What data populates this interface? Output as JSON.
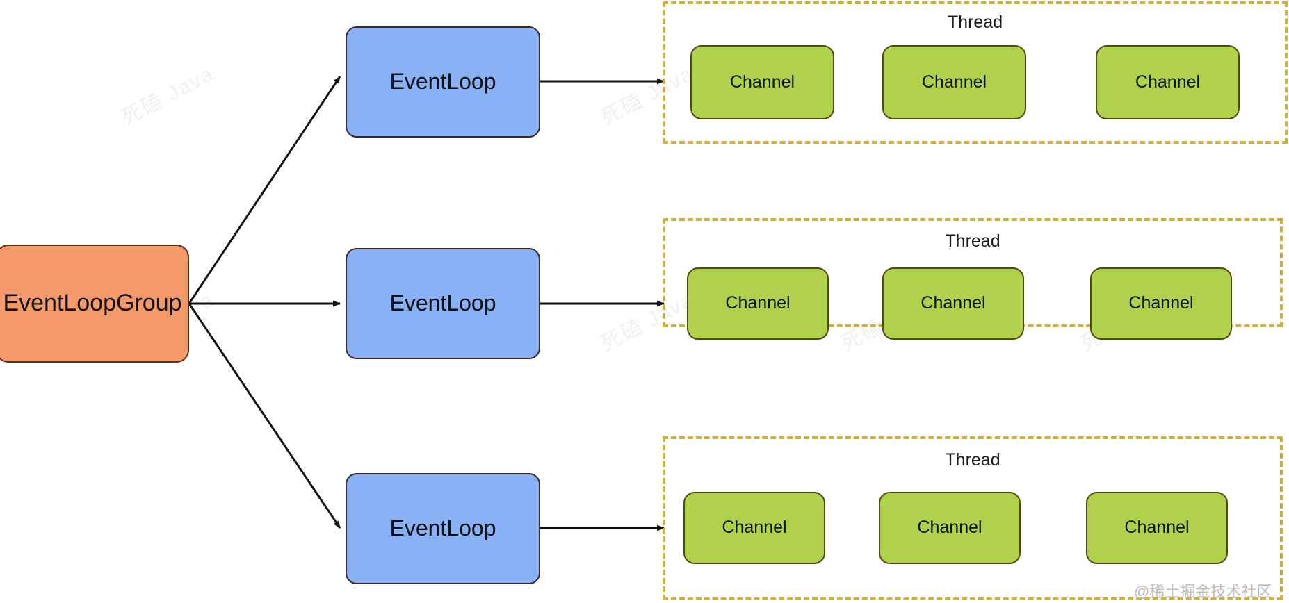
{
  "diagram": {
    "title": "Netty EventLoopGroup / EventLoop / Channel threading model",
    "colors": {
      "group_fill": "#F49A6A",
      "group_stroke": "#5C2F18",
      "eventloop_fill": "#8AB0F5",
      "eventloop_stroke": "#3D2A22",
      "channel_fill": "#AFD14B",
      "channel_stroke": "#4F4A10",
      "thread_border": "#CFB03B",
      "arrow": "#000000",
      "background": "#FFFFFF"
    },
    "group": {
      "label": "EventLoopGroup"
    },
    "eventloops": [
      {
        "label": "EventLoop"
      },
      {
        "label": "EventLoop"
      },
      {
        "label": "EventLoop"
      }
    ],
    "threads": [
      {
        "label": "Thread",
        "channels": [
          {
            "label": "Channel"
          },
          {
            "label": "Channel"
          },
          {
            "label": "Channel"
          }
        ]
      },
      {
        "label": "Thread",
        "channels": [
          {
            "label": "Channel"
          },
          {
            "label": "Channel"
          },
          {
            "label": "Channel"
          }
        ]
      },
      {
        "label": "Thread",
        "channels": [
          {
            "label": "Channel"
          },
          {
            "label": "Channel"
          },
          {
            "label": "Channel"
          }
        ]
      }
    ],
    "watermarks": {
      "tiled": "死磕 Java",
      "corner": "@稀土掘金技术社区"
    }
  }
}
